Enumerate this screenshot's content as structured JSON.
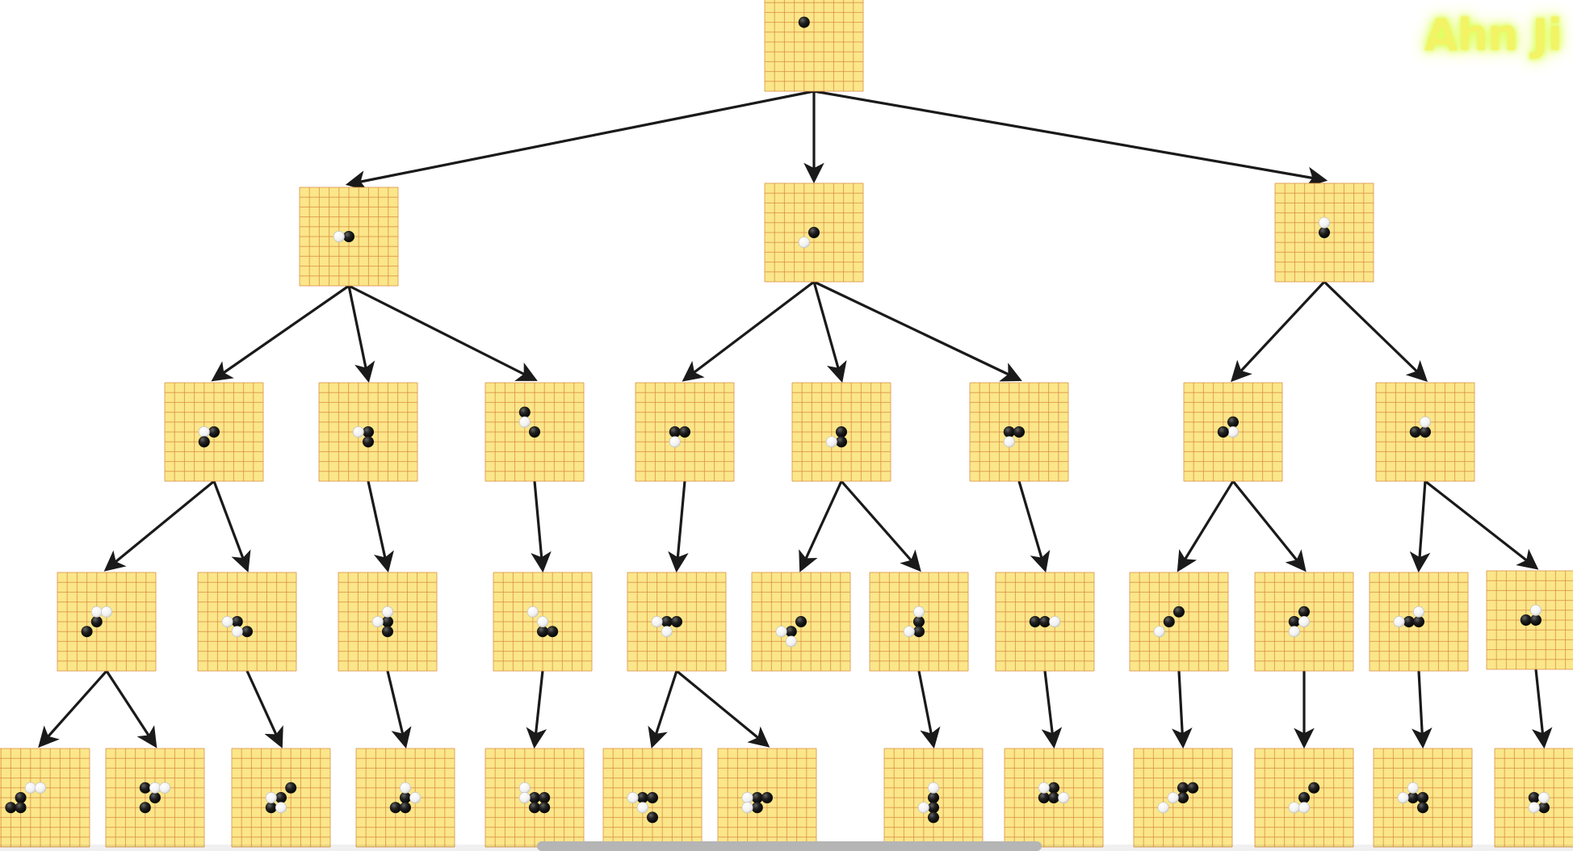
{
  "watermark": {
    "text": "Ahn Ji"
  },
  "colors": {
    "board": "#fbe68a",
    "grid": "#d98a3f",
    "black_stone": "#151515",
    "white_stone": "#fafafa",
    "arrow": "#1a1a1a"
  },
  "tree": {
    "type": "game-tree",
    "nodes": [
      {
        "id": "root",
        "level": 0,
        "stones": [
          {
            "c": "b",
            "x": 4,
            "y": 3
          }
        ]
      },
      {
        "id": "l1-a",
        "level": 1,
        "parent": "root",
        "stones": [
          {
            "c": "b",
            "x": 5,
            "y": 5
          },
          {
            "c": "w",
            "x": 4,
            "y": 5
          }
        ]
      },
      {
        "id": "l1-b",
        "level": 1,
        "parent": "root",
        "stones": [
          {
            "c": "b",
            "x": 5,
            "y": 5
          },
          {
            "c": "w",
            "x": 4,
            "y": 6
          }
        ]
      },
      {
        "id": "l1-c",
        "level": 1,
        "parent": "root",
        "stones": [
          {
            "c": "b",
            "x": 5,
            "y": 5
          },
          {
            "c": "w",
            "x": 5,
            "y": 4
          }
        ]
      },
      {
        "id": "l2-a1",
        "level": 2,
        "parent": "l1-a",
        "stones": [
          {
            "c": "b",
            "x": 5,
            "y": 5
          },
          {
            "c": "w",
            "x": 4,
            "y": 5
          },
          {
            "c": "b",
            "x": 4,
            "y": 6
          }
        ]
      },
      {
        "id": "l2-a2",
        "level": 2,
        "parent": "l1-a",
        "stones": [
          {
            "c": "b",
            "x": 5,
            "y": 5
          },
          {
            "c": "w",
            "x": 4,
            "y": 5
          },
          {
            "c": "b",
            "x": 5,
            "y": 6
          }
        ]
      },
      {
        "id": "l2-a3",
        "level": 2,
        "parent": "l1-a",
        "stones": [
          {
            "c": "b",
            "x": 4,
            "y": 3
          },
          {
            "c": "w",
            "x": 4,
            "y": 4
          },
          {
            "c": "b",
            "x": 5,
            "y": 5
          }
        ]
      },
      {
        "id": "l2-b1",
        "level": 2,
        "parent": "l1-b",
        "stones": [
          {
            "c": "b",
            "x": 4,
            "y": 5
          },
          {
            "c": "b",
            "x": 5,
            "y": 5
          },
          {
            "c": "w",
            "x": 4,
            "y": 6
          }
        ]
      },
      {
        "id": "l2-b2",
        "level": 2,
        "parent": "l1-b",
        "stones": [
          {
            "c": "b",
            "x": 5,
            "y": 5
          },
          {
            "c": "b",
            "x": 5,
            "y": 6
          },
          {
            "c": "w",
            "x": 4,
            "y": 6
          }
        ]
      },
      {
        "id": "l2-b3",
        "level": 2,
        "parent": "l1-b",
        "stones": [
          {
            "c": "b",
            "x": 4,
            "y": 5
          },
          {
            "c": "b",
            "x": 5,
            "y": 5
          },
          {
            "c": "w",
            "x": 4,
            "y": 6
          }
        ]
      },
      {
        "id": "l2-c1",
        "level": 2,
        "parent": "l1-c",
        "stones": [
          {
            "c": "b",
            "x": 5,
            "y": 4
          },
          {
            "c": "w",
            "x": 5,
            "y": 5
          },
          {
            "c": "b",
            "x": 4,
            "y": 5
          }
        ]
      },
      {
        "id": "l2-c2",
        "level": 2,
        "parent": "l1-c",
        "stones": [
          {
            "c": "b",
            "x": 4,
            "y": 5
          },
          {
            "c": "b",
            "x": 5,
            "y": 5
          },
          {
            "c": "w",
            "x": 5,
            "y": 4
          }
        ]
      },
      {
        "id": "l3-1",
        "level": 3,
        "parent": "l2-a1",
        "stones": [
          {
            "c": "b",
            "x": 4,
            "y": 5
          },
          {
            "c": "b",
            "x": 3,
            "y": 6
          },
          {
            "c": "w",
            "x": 4,
            "y": 4
          },
          {
            "c": "w",
            "x": 5,
            "y": 4
          }
        ]
      },
      {
        "id": "l3-2",
        "level": 3,
        "parent": "l2-a1",
        "stones": [
          {
            "c": "b",
            "x": 4,
            "y": 5
          },
          {
            "c": "b",
            "x": 5,
            "y": 6
          },
          {
            "c": "w",
            "x": 3,
            "y": 5
          },
          {
            "c": "w",
            "x": 4,
            "y": 6
          }
        ]
      },
      {
        "id": "l3-3",
        "level": 3,
        "parent": "l2-a2",
        "stones": [
          {
            "c": "b",
            "x": 5,
            "y": 5
          },
          {
            "c": "b",
            "x": 5,
            "y": 6
          },
          {
            "c": "w",
            "x": 4,
            "y": 5
          },
          {
            "c": "w",
            "x": 5,
            "y": 4
          }
        ]
      },
      {
        "id": "l3-4",
        "level": 3,
        "parent": "l2-a3",
        "stones": [
          {
            "c": "b",
            "x": 5,
            "y": 6
          },
          {
            "c": "b",
            "x": 6,
            "y": 6
          },
          {
            "c": "w",
            "x": 4,
            "y": 4
          },
          {
            "c": "w",
            "x": 5,
            "y": 5
          }
        ]
      },
      {
        "id": "l3-5",
        "level": 3,
        "parent": "l2-b1",
        "stones": [
          {
            "c": "b",
            "x": 4,
            "y": 5
          },
          {
            "c": "b",
            "x": 5,
            "y": 5
          },
          {
            "c": "w",
            "x": 3,
            "y": 5
          },
          {
            "c": "w",
            "x": 4,
            "y": 6
          }
        ]
      },
      {
        "id": "l3-6",
        "level": 3,
        "parent": "l2-b2",
        "stones": [
          {
            "c": "b",
            "x": 5,
            "y": 5
          },
          {
            "c": "b",
            "x": 4,
            "y": 6
          },
          {
            "c": "w",
            "x": 4,
            "y": 7
          },
          {
            "c": "w",
            "x": 3,
            "y": 6
          }
        ]
      },
      {
        "id": "l3-7",
        "level": 3,
        "parent": "l2-b2",
        "stones": [
          {
            "c": "b",
            "x": 5,
            "y": 5
          },
          {
            "c": "b",
            "x": 5,
            "y": 6
          },
          {
            "c": "w",
            "x": 5,
            "y": 4
          },
          {
            "c": "w",
            "x": 4,
            "y": 6
          }
        ]
      },
      {
        "id": "l3-8",
        "level": 3,
        "parent": "l2-b3",
        "stones": [
          {
            "c": "b",
            "x": 4,
            "y": 5
          },
          {
            "c": "b",
            "x": 5,
            "y": 5
          },
          {
            "c": "w",
            "x": 6,
            "y": 5
          }
        ]
      },
      {
        "id": "l3-9",
        "level": 3,
        "parent": "l2-c1",
        "stones": [
          {
            "c": "b",
            "x": 4,
            "y": 5
          },
          {
            "c": "b",
            "x": 5,
            "y": 4
          },
          {
            "c": "w",
            "x": 3,
            "y": 6
          }
        ]
      },
      {
        "id": "l3-10",
        "level": 3,
        "parent": "l2-c1",
        "stones": [
          {
            "c": "b",
            "x": 5,
            "y": 4
          },
          {
            "c": "b",
            "x": 4,
            "y": 5
          },
          {
            "c": "w",
            "x": 5,
            "y": 5
          },
          {
            "c": "w",
            "x": 4,
            "y": 6
          }
        ]
      },
      {
        "id": "l3-11",
        "level": 3,
        "parent": "l2-c2",
        "stones": [
          {
            "c": "b",
            "x": 4,
            "y": 5
          },
          {
            "c": "b",
            "x": 5,
            "y": 5
          },
          {
            "c": "w",
            "x": 3,
            "y": 5
          },
          {
            "c": "w",
            "x": 5,
            "y": 4
          }
        ]
      },
      {
        "id": "l3-12",
        "level": 3,
        "parent": "l2-c2",
        "stones": [
          {
            "c": "b",
            "x": 4,
            "y": 5
          },
          {
            "c": "b",
            "x": 5,
            "y": 5
          },
          {
            "c": "w",
            "x": 5,
            "y": 4
          }
        ]
      },
      {
        "id": "l4-1",
        "level": 4,
        "parent": "l3-1",
        "stones": [
          {
            "c": "b",
            "x": 3,
            "y": 5
          },
          {
            "c": "b",
            "x": 2,
            "y": 6
          },
          {
            "c": "b",
            "x": 3,
            "y": 6
          },
          {
            "c": "w",
            "x": 4,
            "y": 4
          },
          {
            "c": "w",
            "x": 5,
            "y": 4
          }
        ]
      },
      {
        "id": "l4-2",
        "level": 4,
        "parent": "l3-1",
        "stones": [
          {
            "c": "b",
            "x": 4,
            "y": 4
          },
          {
            "c": "b",
            "x": 5,
            "y": 5
          },
          {
            "c": "b",
            "x": 4,
            "y": 6
          },
          {
            "c": "w",
            "x": 5,
            "y": 4
          },
          {
            "c": "w",
            "x": 6,
            "y": 4
          }
        ]
      },
      {
        "id": "l4-3",
        "level": 4,
        "parent": "l3-2",
        "stones": [
          {
            "c": "b",
            "x": 6,
            "y": 4
          },
          {
            "c": "b",
            "x": 5,
            "y": 5
          },
          {
            "c": "b",
            "x": 4,
            "y": 6
          },
          {
            "c": "w",
            "x": 4,
            "y": 5
          },
          {
            "c": "w",
            "x": 5,
            "y": 6
          }
        ]
      },
      {
        "id": "l4-4",
        "level": 4,
        "parent": "l3-3",
        "stones": [
          {
            "c": "b",
            "x": 5,
            "y": 5
          },
          {
            "c": "b",
            "x": 4,
            "y": 6
          },
          {
            "c": "b",
            "x": 5,
            "y": 6
          },
          {
            "c": "w",
            "x": 5,
            "y": 4
          },
          {
            "c": "w",
            "x": 6,
            "y": 5
          }
        ]
      },
      {
        "id": "l4-5",
        "level": 4,
        "parent": "l3-4",
        "stones": [
          {
            "c": "b",
            "x": 5,
            "y": 5
          },
          {
            "c": "b",
            "x": 6,
            "y": 5
          },
          {
            "c": "b",
            "x": 5,
            "y": 6
          },
          {
            "c": "b",
            "x": 6,
            "y": 6
          },
          {
            "c": "w",
            "x": 4,
            "y": 4
          },
          {
            "c": "w",
            "x": 4,
            "y": 5
          }
        ]
      },
      {
        "id": "l4-6",
        "level": 4,
        "parent": "l3-5",
        "stones": [
          {
            "c": "b",
            "x": 4,
            "y": 5
          },
          {
            "c": "b",
            "x": 5,
            "y": 5
          },
          {
            "c": "b",
            "x": 5,
            "y": 7
          },
          {
            "c": "w",
            "x": 3,
            "y": 5
          },
          {
            "c": "w",
            "x": 4,
            "y": 6
          }
        ]
      },
      {
        "id": "l4-7",
        "level": 4,
        "parent": "l3-5",
        "stones": [
          {
            "c": "b",
            "x": 4,
            "y": 5
          },
          {
            "c": "b",
            "x": 5,
            "y": 5
          },
          {
            "c": "b",
            "x": 4,
            "y": 6
          },
          {
            "c": "w",
            "x": 3,
            "y": 5
          },
          {
            "c": "w",
            "x": 3,
            "y": 6
          }
        ]
      },
      {
        "id": "l4-8",
        "level": 4,
        "parent": "l3-7",
        "stones": [
          {
            "c": "b",
            "x": 5,
            "y": 5
          },
          {
            "c": "b",
            "x": 5,
            "y": 6
          },
          {
            "c": "b",
            "x": 5,
            "y": 7
          },
          {
            "c": "w",
            "x": 5,
            "y": 4
          },
          {
            "c": "w",
            "x": 4,
            "y": 6
          }
        ]
      },
      {
        "id": "l4-9",
        "level": 4,
        "parent": "l3-8",
        "stones": [
          {
            "c": "b",
            "x": 5,
            "y": 4
          },
          {
            "c": "b",
            "x": 5,
            "y": 5
          },
          {
            "c": "b",
            "x": 4,
            "y": 5
          },
          {
            "c": "w",
            "x": 6,
            "y": 5
          },
          {
            "c": "w",
            "x": 4,
            "y": 4
          }
        ]
      },
      {
        "id": "l4-10",
        "level": 4,
        "parent": "l3-9",
        "stones": [
          {
            "c": "b",
            "x": 5,
            "y": 4
          },
          {
            "c": "b",
            "x": 5,
            "y": 5
          },
          {
            "c": "b",
            "x": 6,
            "y": 4
          },
          {
            "c": "w",
            "x": 4,
            "y": 5
          },
          {
            "c": "w",
            "x": 3,
            "y": 6
          }
        ]
      },
      {
        "id": "l4-11",
        "level": 4,
        "parent": "l3-10",
        "stones": [
          {
            "c": "b",
            "x": 6,
            "y": 4
          },
          {
            "c": "b",
            "x": 5,
            "y": 5
          },
          {
            "c": "w",
            "x": 4,
            "y": 6
          },
          {
            "c": "w",
            "x": 5,
            "y": 6
          }
        ]
      },
      {
        "id": "l4-12",
        "level": 4,
        "parent": "l3-11",
        "stones": [
          {
            "c": "b",
            "x": 4,
            "y": 5
          },
          {
            "c": "b",
            "x": 5,
            "y": 5
          },
          {
            "c": "b",
            "x": 5,
            "y": 6
          },
          {
            "c": "w",
            "x": 3,
            "y": 5
          },
          {
            "c": "w",
            "x": 4,
            "y": 4
          }
        ]
      },
      {
        "id": "l4-13",
        "level": 4,
        "parent": "l3-12",
        "stones": [
          {
            "c": "b",
            "x": 4,
            "y": 5
          },
          {
            "c": "b",
            "x": 5,
            "y": 6
          },
          {
            "c": "w",
            "x": 5,
            "y": 5
          },
          {
            "c": "w",
            "x": 4,
            "y": 6
          }
        ]
      }
    ]
  }
}
